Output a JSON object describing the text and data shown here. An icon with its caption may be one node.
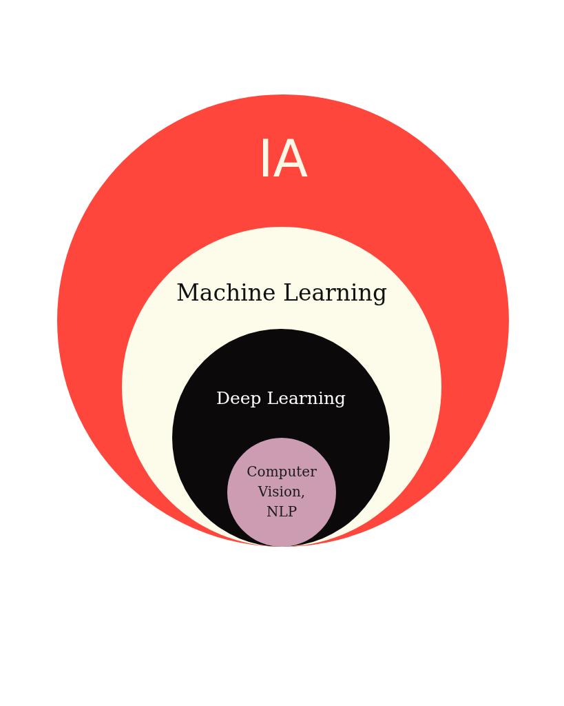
{
  "diagram": {
    "nodes": [
      {
        "text": [
          "IA"
        ]
      },
      {
        "text": [
          "Machine Learning"
        ],
        "in": 0
      },
      {
        "text": [
          "Deep Learning"
        ],
        "in": 1
      },
      {
        "text": [
          "Computer Vision, NLP"
        ],
        "in": 2
      }
    ]
  }
}
